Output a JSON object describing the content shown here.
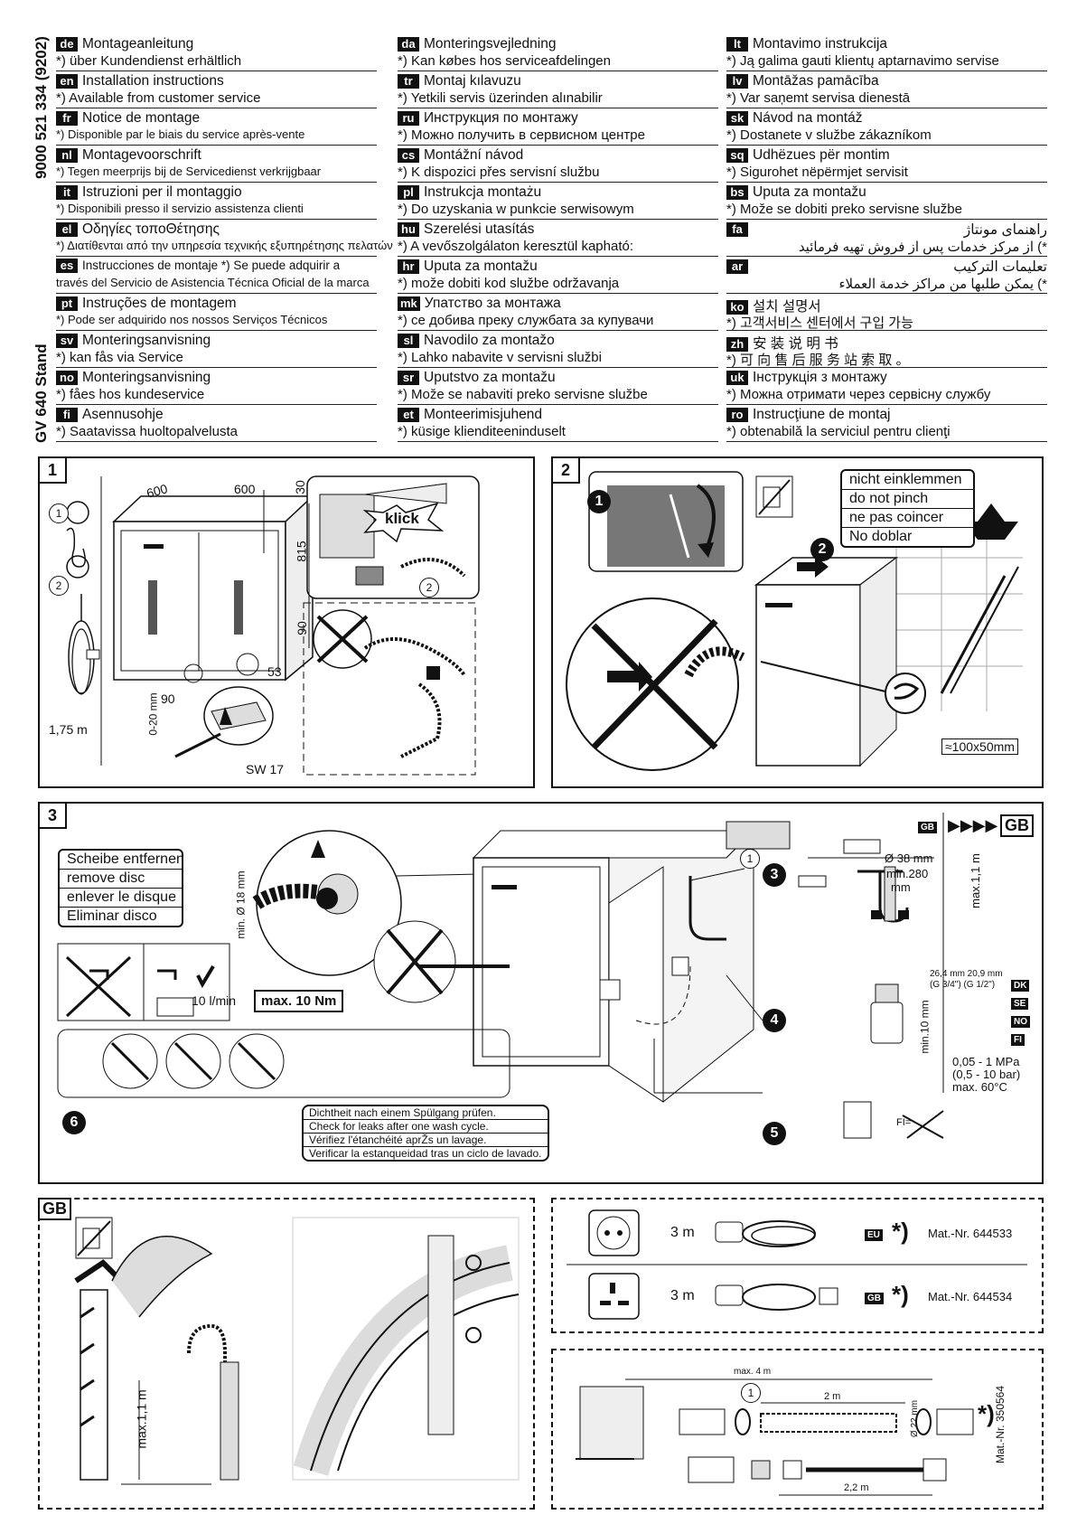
{
  "doc_code": "9000 521 334 (9202)",
  "model": "GV 640 Stand",
  "languages": {
    "col1": [
      {
        "code": "de",
        "title": "Montageanleitung",
        "note": "*) über Kundendienst erhältlich"
      },
      {
        "code": "en",
        "title": "Installation instructions",
        "note": "*) Available from customer service"
      },
      {
        "code": "fr",
        "title": "Notice de montage",
        "note": "*) Disponible par le biais du service après-vente"
      },
      {
        "code": "nl",
        "title": "Montagevoorschrift",
        "note": "*) Tegen meerprijs bij de Servicedienst verkrijgbaar"
      },
      {
        "code": "it",
        "title": "Istruzioni per il montaggio",
        "note": "*) Disponibili presso il servizio assistenza clienti"
      },
      {
        "code": "el",
        "title": "Οδηγίες τοποΘέτησης",
        "note": "*) Διατίθενται από την υπηρεσία τεχνικής εξυπηρέτησης πελατών"
      },
      {
        "code": "es",
        "title": "Instrucciones de montaje    *) Se puede adquirir a",
        "note": "través del Servicio de Asistencia Técnica Oficial de la marca"
      },
      {
        "code": "pt",
        "title": "Instruções de montagem",
        "note": "*) Pode ser adquirido nos nossos Serviços Técnicos"
      },
      {
        "code": "sv",
        "title": "Monteringsanvisning",
        "note": "*) kan fås via Service"
      },
      {
        "code": "no",
        "title": "Monteringsanvisning",
        "note": "*) fåes hos kundeservice"
      },
      {
        "code": "fi",
        "title": "Asennusohje",
        "note": "*) Saatavissa huoltopalvelusta"
      }
    ],
    "col2": [
      {
        "code": "da",
        "title": "Monteringsvejledning",
        "note": "*) Kan købes hos serviceafdelingen"
      },
      {
        "code": "tr",
        "title": "Montaj kılavuzu",
        "note": "*) Yetkili servis üzerinden alınabilir"
      },
      {
        "code": "ru",
        "title": "Инструкция по монтажу",
        "note": "*) Можно получить в сервисном центре"
      },
      {
        "code": "cs",
        "title": "Montážní návod",
        "note": "*) K dispozici přes servisní službu"
      },
      {
        "code": "pl",
        "title": "Instrukcja montażu",
        "note": "*) Do uzyskania w punkcie serwisowym"
      },
      {
        "code": "hu",
        "title": "Szerelési utasítás",
        "note": "*) A vevőszolgálaton keresztül kapható:"
      },
      {
        "code": "hr",
        "title": "Uputa za montažu",
        "note": "*) može dobiti kod službe održavanja"
      },
      {
        "code": "mk",
        "title": "Упатство за монтажа",
        "note": "*) се добива преку службата за купувачи"
      },
      {
        "code": "sl",
        "title": "Navodilo za montažo",
        "note": "*) Lahko nabavite v servisni službi"
      },
      {
        "code": "sr",
        "title": "Uputstvo za montažu",
        "note": "*) Može se nabaviti preko servisne službe"
      },
      {
        "code": "et",
        "title": "Monteerimisjuhend",
        "note": "*) küsige klienditeeninduselt"
      }
    ],
    "col3": [
      {
        "code": "lt",
        "title": "Montavimo instrukcija",
        "note": "*) Ją galima gauti klientų aptarnavimo servise"
      },
      {
        "code": "lv",
        "title": "Montāžas pamācība",
        "note": "*) Var saņemt servisa dienestā"
      },
      {
        "code": "sk",
        "title": "Návod na montáž",
        "note": "*) Dostanete v službe zákazníkom"
      },
      {
        "code": "sq",
        "title": "Udhëzues për montim",
        "note": "*) Sigurohet nëpërmjet servisit"
      },
      {
        "code": "bs",
        "title": "Uputa za montažu",
        "note": "*) Može se dobiti preko servisne službe"
      },
      {
        "code": "fa",
        "title": "راهنمای مونتاژ",
        "note": "*) از مرکز خدمات پس از فروش تهیه فرمائید"
      },
      {
        "code": "ar",
        "title": "تعليمات التركيب",
        "note": "*) يمكن طلبها من مراكز خدمة العملاء"
      },
      {
        "code": "ko",
        "title": "설치 설명서",
        "note": "*) 고객서비스 센터에서 구입 가능"
      },
      {
        "code": "zh",
        "title": "安 装 说 明 书",
        "note": "*) 可 向 售 后 服 务 站 索 取 。"
      },
      {
        "code": "uk",
        "title": "Інструкція з монтажу",
        "note": "*) Можна отримати через сервісну службу"
      },
      {
        "code": "ro",
        "title": "Instrucţiune de montaj",
        "note": "*) obtenabilă la serviciul pentru clienţi"
      }
    ]
  },
  "panel1": {
    "number": "1",
    "dim_600a": "600",
    "dim_600b": "600",
    "dim_30": "30",
    "dim_815": "815",
    "dim_90": "90",
    "dim_53": "53",
    "dim_90b": "90",
    "dim_020": "0-20 mm",
    "sw": "SW 17",
    "length": "1,75 m",
    "klick": "klick",
    "item1": "1",
    "item2": "2",
    "item2b": "2"
  },
  "panel2": {
    "number": "2",
    "warnings": [
      "nicht einklemmen",
      "do not pinch",
      "ne pas coincer",
      "No doblar"
    ],
    "step1": "1",
    "step2": "2",
    "size": "≈100x50mm"
  },
  "panel3": {
    "number": "3",
    "disc": [
      "Scheibe entfernen",
      "remove disc",
      "enlever le disque",
      "Eliminar disco"
    ],
    "min18": "min. Ø 18 mm",
    "flow": "10 l/min",
    "torque": "max. 10 Nm",
    "step3": "3",
    "step4": "4",
    "step5": "5",
    "step6": "6",
    "item1": "1",
    "checks": [
      "Dichtheit nach einem Spülgang prüfen.",
      "Check for leaks after one wash cycle.",
      "Vérifiez l'étanchéité aprŽs un lavage.",
      "Verificar la estanqueidad tras un ciclo de lavado."
    ],
    "gb_tag": "GB",
    "gb_box": "GB",
    "d38": "Ø 38 mm",
    "min280": "min.280",
    "mm": "mm",
    "max11": "max.1,1 m",
    "thread1": "26,4 mm 20,9 mm",
    "thread2": "(G 3/4\")  (G 1/2\")",
    "min10": "min.10 mm",
    "countries": [
      "DK",
      "SE",
      "NO",
      "FI"
    ],
    "pressure": [
      "0,05 - 1 MPa",
      "(0,5 - 10 bar)",
      "max. 60°C"
    ],
    "fi": "FI="
  },
  "panel_gb": {
    "label": "GB",
    "max11": "max.1,1 m"
  },
  "panel_cables": {
    "rows": [
      {
        "length": "3 m",
        "region": "EU",
        "mat": "Mat.-Nr. 644533"
      },
      {
        "length": "3 m",
        "region": "GB",
        "mat": "Mat.-Nr. 644534"
      }
    ],
    "star": "*)"
  },
  "panel_hose": {
    "max4": "max. 4 m",
    "two_m": "2 m",
    "d22": "Ø 22 mm",
    "two2": "2,2 m",
    "item1": "1",
    "star": "*)",
    "mat": "Mat.-Nr. 350564"
  }
}
